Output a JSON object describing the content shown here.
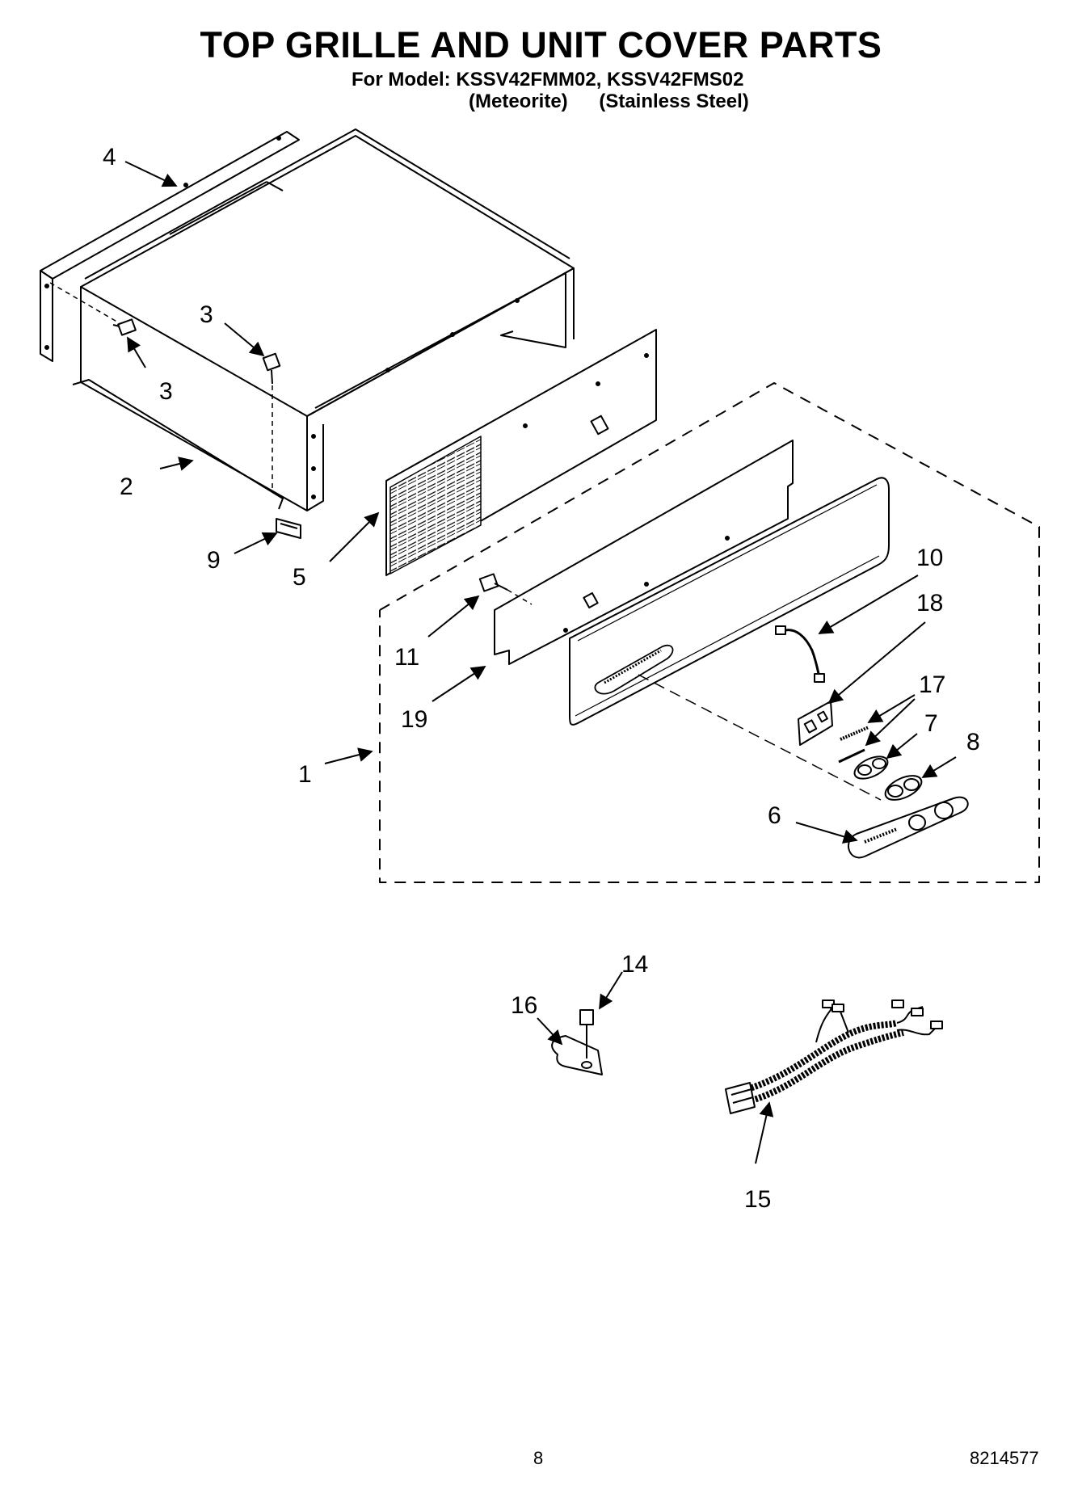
{
  "header": {
    "title": "TOP GRILLE AND UNIT COVER PARTS",
    "model_line": "For Model: KSSV42FMM02, KSSV42FMS02",
    "variant_1": "(Meteorite)",
    "variant_2": "(Stainless Steel)"
  },
  "callouts": {
    "c1": "1",
    "c2": "2",
    "c3a": "3",
    "c3b": "3",
    "c4": "4",
    "c5": "5",
    "c6": "6",
    "c7": "7",
    "c8": "8",
    "c9": "9",
    "c10": "10",
    "c11": "11",
    "c14": "14",
    "c15": "15",
    "c16": "16",
    "c17": "17",
    "c18": "18",
    "c19": "19"
  },
  "footer": {
    "page_number": "8",
    "document_number": "8214577"
  }
}
